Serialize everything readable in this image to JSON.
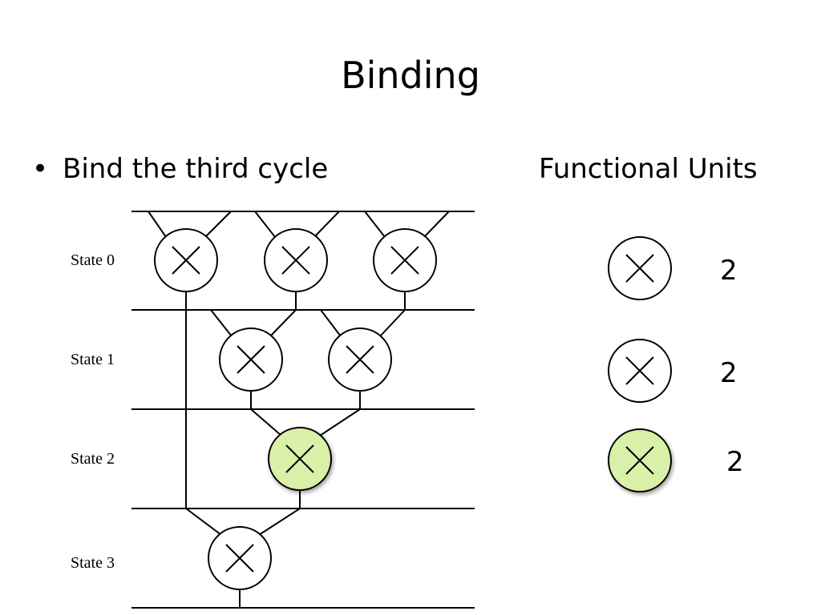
{
  "slide": {
    "title": "Binding",
    "bullet": "Bind the third cycle",
    "fu_heading": "Functional Units"
  },
  "diagram": {
    "states": [
      {
        "label": "State 0"
      },
      {
        "label": "State 1"
      },
      {
        "label": "State 2"
      },
      {
        "label": "State 3"
      }
    ],
    "highlight_fill": "#d8f0a8",
    "highlight_stroke": "#8cc35a"
  },
  "functional_units": [
    {
      "count": "2",
      "highlighted": false
    },
    {
      "count": "2",
      "highlighted": false
    },
    {
      "count": "2",
      "highlighted": true
    }
  ]
}
